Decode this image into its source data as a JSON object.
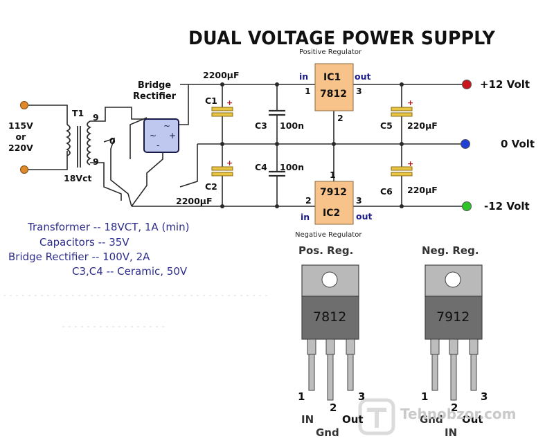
{
  "title": "DUAL VOLTAGE POWER SUPPLY",
  "ic1": {
    "label": "IC1",
    "part": "7812",
    "caption": "Positive Regulator",
    "in": "in",
    "out": "out",
    "pin_in": "1",
    "pin_gnd": "2",
    "pin_out": "3"
  },
  "ic2": {
    "label": "IC2",
    "part": "7912",
    "caption": "Negative Regulator",
    "in": "in",
    "out": "out",
    "pin_gnd": "1",
    "pin_in": "2",
    "pin_out": "3"
  },
  "transformer": {
    "name": "T1",
    "rating": "18Vct",
    "input": "115V\nor\n220V",
    "tap_top": "9",
    "tap_center": "0",
    "tap_bottom": "9"
  },
  "bridge": {
    "label": "Bridge\nRectifier"
  },
  "caps": {
    "c1": {
      "name": "C1",
      "value": "2200µF"
    },
    "c2": {
      "name": "C2",
      "value": "2200µF"
    },
    "c3": {
      "name": "C3",
      "value": "100n"
    },
    "c4": {
      "name": "C4",
      "value": "100n"
    },
    "c5": {
      "name": "C5",
      "value": "220µF"
    },
    "c6": {
      "name": "C6",
      "value": "220µF"
    },
    "plus": "+"
  },
  "outputs": {
    "pos": {
      "label": "+12 Volt",
      "color": "#c8141a"
    },
    "zero": {
      "label": "0 Volt",
      "color": "#1f3fd6"
    },
    "neg": {
      "label": "-12 Volt",
      "color": "#2fc42a"
    }
  },
  "specs": [
    "Transformer -- 18VCT, 1A (min)",
    "Capacitors -- 35V",
    "Bridge Rectifier -- 100V, 2A",
    "C3,C4 -- Ceramic, 50V"
  ],
  "pos_pkg": {
    "heading": "Pos. Reg.",
    "part": "7812",
    "pin1": "1",
    "pin2": "2",
    "pin3": "3",
    "l1": "IN",
    "l2": "Gnd",
    "l3": "Out"
  },
  "neg_pkg": {
    "heading": "Neg. Reg.",
    "part": "7912",
    "pin1": "1",
    "pin2": "2",
    "pin3": "3",
    "l1": "Gnd",
    "l2": "IN",
    "l3": "Out"
  },
  "watermark": "Tehnobzor.com",
  "colors": {
    "ic_fill": "#f7c38a",
    "cap_fill": "#e8c542",
    "bridge_fill": "#bfc8ee",
    "wire": "#2a2a2a",
    "pkg_top": "#b9b9b9",
    "pkg_body": "#6e6e6e"
  }
}
